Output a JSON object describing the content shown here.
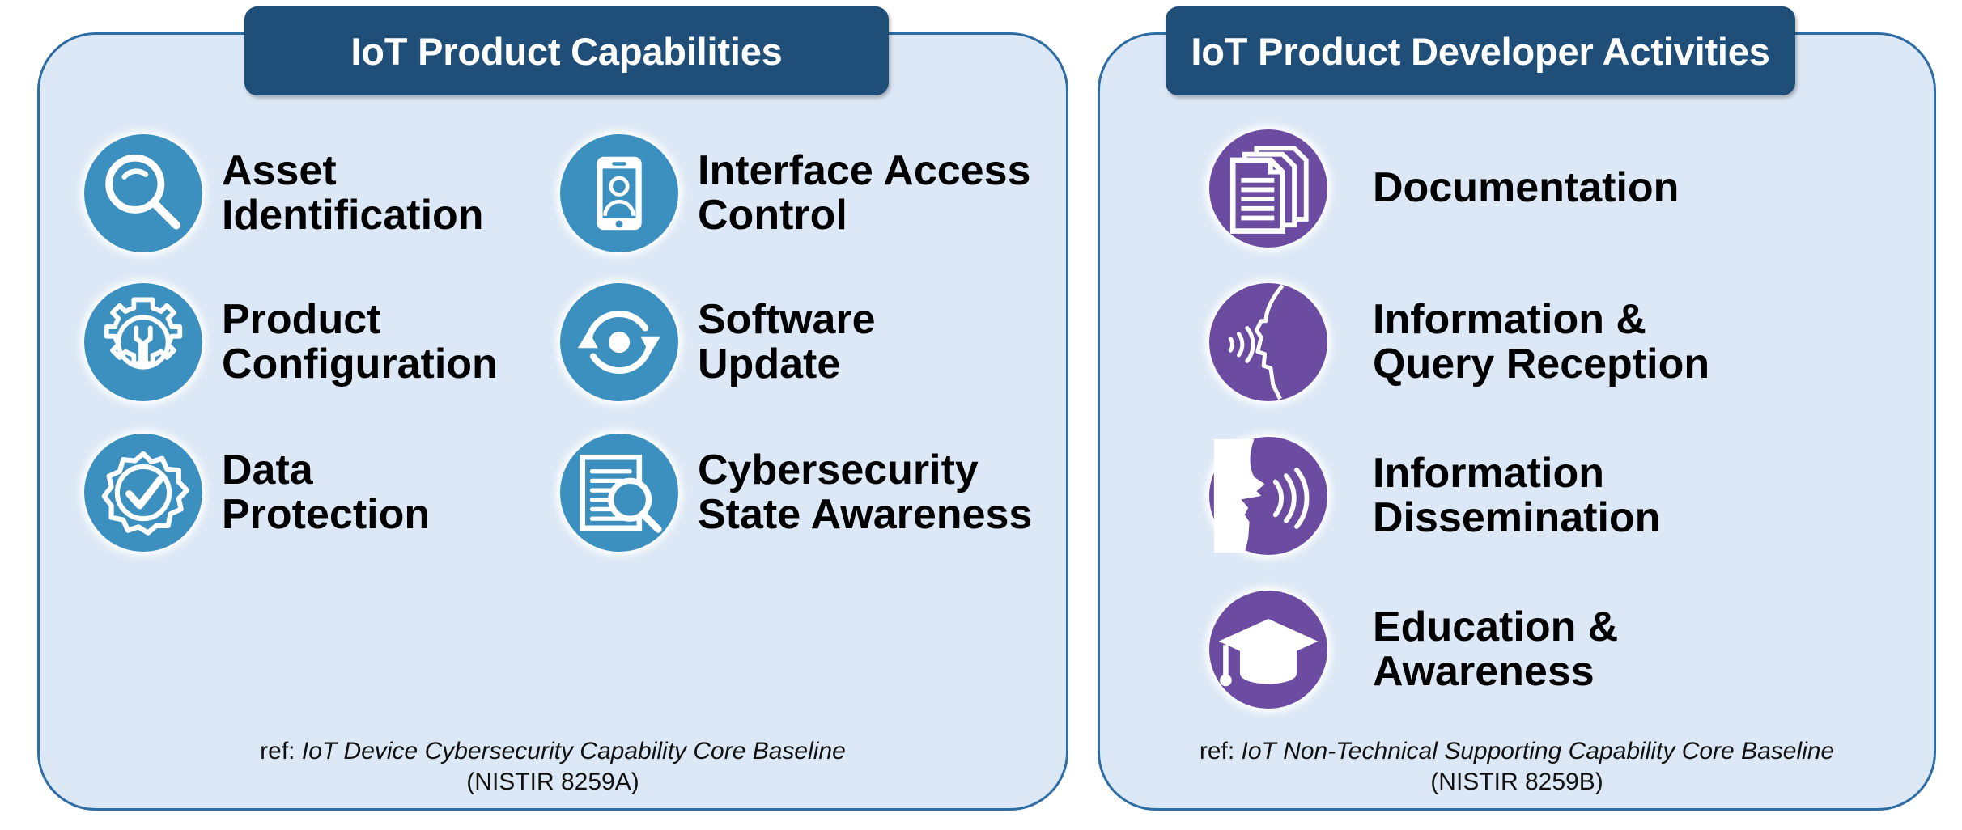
{
  "left_panel": {
    "title": "IoT Product Capabilities",
    "items": [
      {
        "label": "Asset\nIdentification",
        "icon": "magnifier-icon",
        "color": "#3b90bf"
      },
      {
        "label": "Interface Access\nControl",
        "icon": "mobile-user-icon",
        "color": "#3b90bf"
      },
      {
        "label": "Product\nConfiguration",
        "icon": "gear-wrench-icon",
        "color": "#3b90bf"
      },
      {
        "label": "Software\nUpdate",
        "icon": "sync-arrows-icon",
        "color": "#3b90bf"
      },
      {
        "label": "Data\nProtection",
        "icon": "badge-check-icon",
        "color": "#3b90bf"
      },
      {
        "label": "Cybersecurity\nState Awareness",
        "icon": "document-magnifier-icon",
        "color": "#3b90bf"
      }
    ],
    "footnote_prefix": "ref: ",
    "footnote_italic": "IoT Device Cybersecurity Capability Core Baseline",
    "footnote_second_line": "(NISTIR 8259A)"
  },
  "right_panel": {
    "title": "IoT Product Developer Activities",
    "items": [
      {
        "label": "Documentation",
        "icon": "documents-stack-icon",
        "color": "#6b4ca0"
      },
      {
        "label": "Information &\nQuery Reception",
        "icon": "listening-head-icon",
        "color": "#6b4ca0"
      },
      {
        "label": "Information\nDissemination",
        "icon": "speaking-head-icon",
        "color": "#6b4ca0"
      },
      {
        "label": "Education &\nAwareness",
        "icon": "graduation-cap-icon",
        "color": "#6b4ca0"
      }
    ],
    "footnote_prefix": "ref: ",
    "footnote_italic": "IoT Non-Technical Supporting Capability Core Baseline",
    "footnote_second_line": "(NISTIR 8259B)"
  },
  "colors": {
    "banner": "#1f4e79",
    "card_fill": "#dce8f5",
    "card_border": "#2e6ca4",
    "capability_icon": "#3b90bf",
    "activity_icon": "#6b4ca0",
    "text": "#000000"
  }
}
